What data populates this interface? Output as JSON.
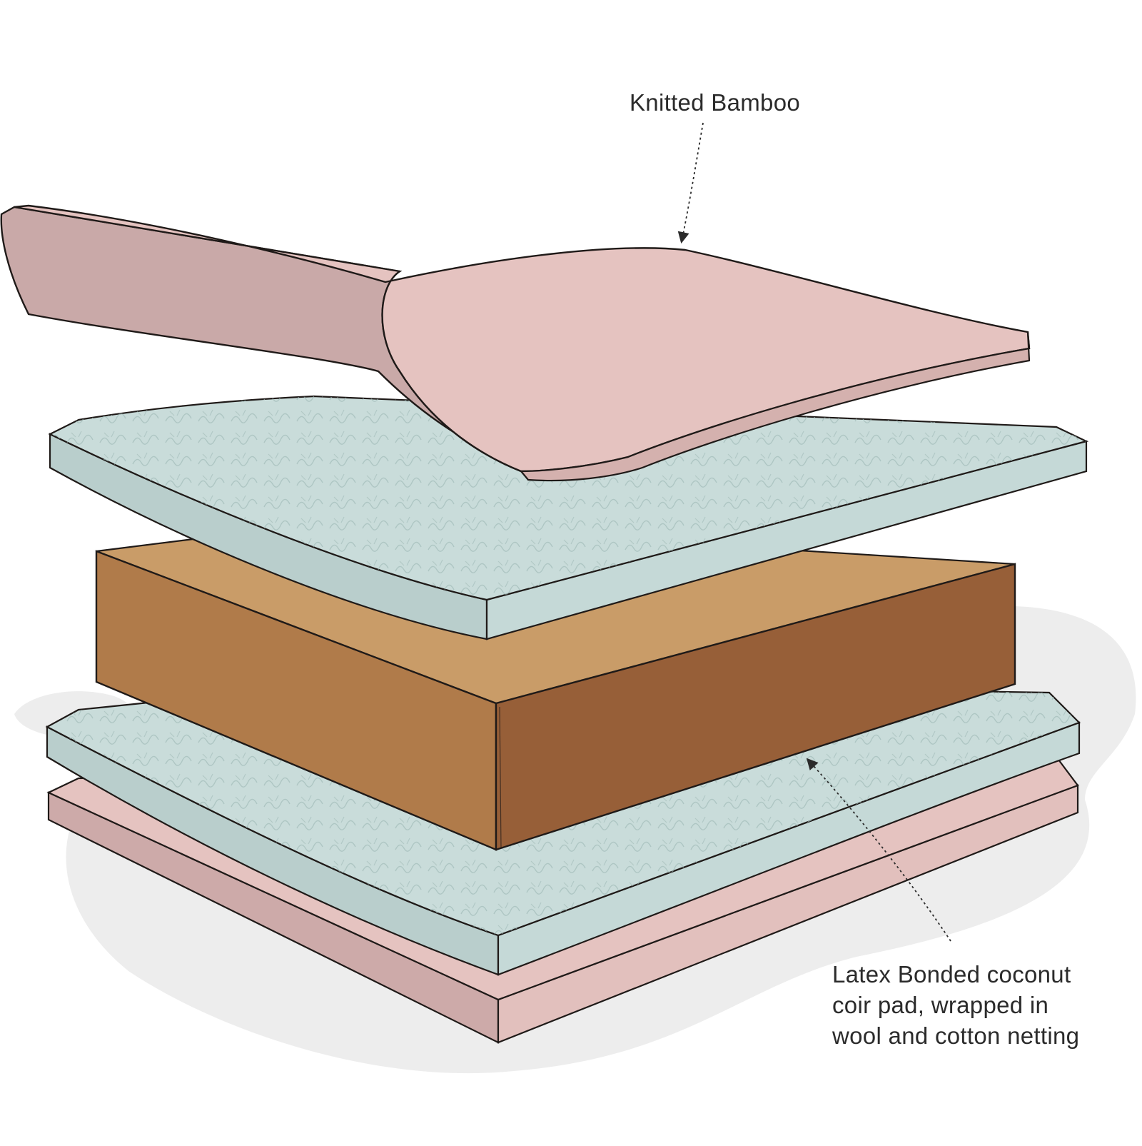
{
  "labels": {
    "top": "Knitted Bamboo",
    "bottom_lines": [
      "Latex Bonded coconut",
      "coir pad, wrapped in",
      "wool and cotton netting"
    ]
  },
  "colors": {
    "background": "#ffffff",
    "shadow": "#ededed",
    "bamboo_top": "#e5c3c0",
    "bamboo_edge": "#d4b1ae",
    "bamboo_front": "#c9a9a8",
    "wool_top": "#c9dcda",
    "wool_edge": "#b9cecc",
    "coir_top": "#c99c68",
    "coir_left": "#b07b4a",
    "coir_right": "#975f38",
    "outline": "#1f1a18"
  },
  "icons": [
    "leader-arrow-icon"
  ]
}
